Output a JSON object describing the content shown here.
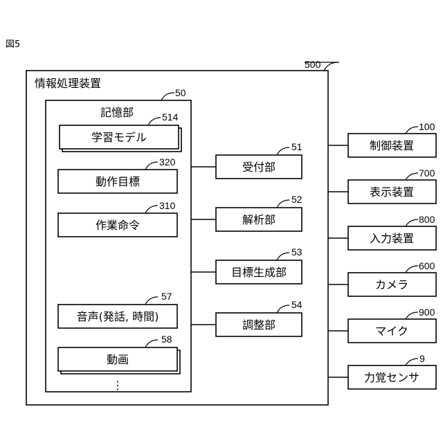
{
  "figure": {
    "label": "図5"
  },
  "info_device": {
    "label": "情報処理装置",
    "ref": "500"
  },
  "storage": {
    "label": "記憶部",
    "ref": "50"
  },
  "storage_items": [
    {
      "key": "learning_model",
      "label": "学習モデル",
      "ref": "514"
    },
    {
      "key": "motion_target",
      "label": "動作目標",
      "ref": "320"
    },
    {
      "key": "work_command",
      "label": "作業命令",
      "ref": "310"
    },
    {
      "key": "voice",
      "label": "音声(発話, 時間)",
      "ref": "57"
    },
    {
      "key": "video",
      "label": "動画",
      "ref": "58"
    }
  ],
  "ellipsis": "⋮",
  "units": [
    {
      "key": "receiver",
      "label": "受付部",
      "ref": "51"
    },
    {
      "key": "analyzer",
      "label": "解析部",
      "ref": "52"
    },
    {
      "key": "target_generator",
      "label": "目標生成部",
      "ref": "53"
    },
    {
      "key": "adjuster",
      "label": "調整部",
      "ref": "54"
    }
  ],
  "external_devices": [
    {
      "key": "control_device",
      "label": "制御装置",
      "ref": "100"
    },
    {
      "key": "display_device",
      "label": "表示装置",
      "ref": "700"
    },
    {
      "key": "input_device",
      "label": "入力装置",
      "ref": "800"
    },
    {
      "key": "camera",
      "label": "カメラ",
      "ref": "600"
    },
    {
      "key": "microphone",
      "label": "マイク",
      "ref": "900"
    },
    {
      "key": "force_sensor",
      "label": "力覚センサ",
      "ref": "9"
    }
  ]
}
